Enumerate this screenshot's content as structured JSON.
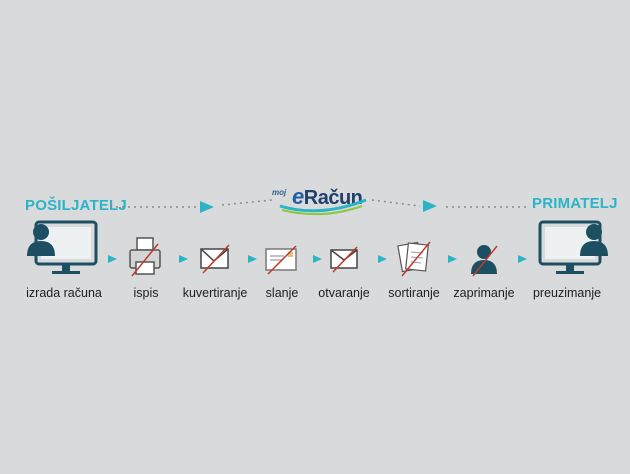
{
  "sender_label": "POŠILJATELJ",
  "receiver_label": "PRIMATELJ",
  "logo": {
    "prefix": "moj",
    "main_e": "e",
    "main_rest": "Račun"
  },
  "steps": [
    {
      "label": "izrada računa",
      "icon": "computer-user-icon",
      "crossed": false
    },
    {
      "label": "ispis",
      "icon": "printer-icon",
      "crossed": true
    },
    {
      "label": "kuvertiranje",
      "icon": "envelope-icon",
      "crossed": true
    },
    {
      "label": "slanje",
      "icon": "mail-sending-icon",
      "crossed": true
    },
    {
      "label": "otvaranje",
      "icon": "envelope-open-icon",
      "crossed": true
    },
    {
      "label": "sortiranje",
      "icon": "documents-icon",
      "crossed": true
    },
    {
      "label": "zaprimanje",
      "icon": "person-icon",
      "crossed": true
    },
    {
      "label": "preuzimanje",
      "icon": "computer-user-icon",
      "crossed": false
    }
  ],
  "colors": {
    "accent": "#2bb3c8",
    "icon_dark": "#1d4f63",
    "cross": "#c0392b",
    "background": "#d9dadb"
  }
}
